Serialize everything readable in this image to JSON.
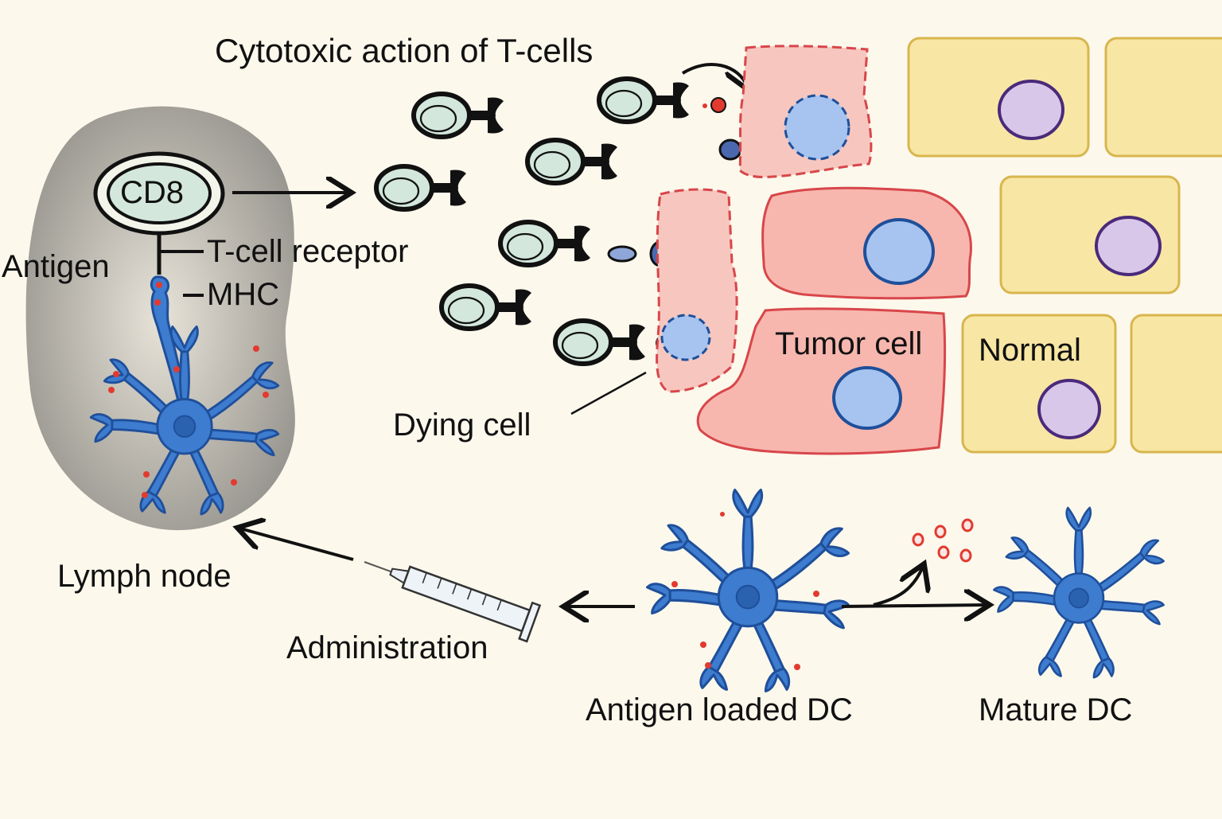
{
  "diagram": {
    "title": "Cytotoxic action of T-cells",
    "labels": {
      "cd8": "CD8",
      "antigen": "Antigen",
      "tcell_receptor": "T-cell receptor",
      "mhc": "MHC",
      "dying_cell": "Dying cell",
      "tumor_cell": "Tumor cell",
      "normal": "Normal",
      "lymph_node": "Lymph node",
      "administration": "Administration",
      "antigen_loaded_dc": "Antigen loaded DC",
      "mature_dc": "Mature DC"
    },
    "colors": {
      "background": "#fcf8ec",
      "lymph_node": "#8f8d88",
      "t_cell_fill": "#d3e7dc",
      "tumor_fill": "#f7b7ae",
      "tumor_stroke": "#d8464a",
      "normal_fill": "#f8e6a4",
      "normal_stroke": "#d8b64e",
      "normal_nucleus": "#d9c7ea",
      "normal_nucleus_stroke": "#4a2a7a",
      "dendritic_cell": "#3d7ccf",
      "dendritic_stroke": "#1f4f9a",
      "antigen_dot": "#e23a2f",
      "tumor_nucleus": "#a6c4ef"
    }
  }
}
